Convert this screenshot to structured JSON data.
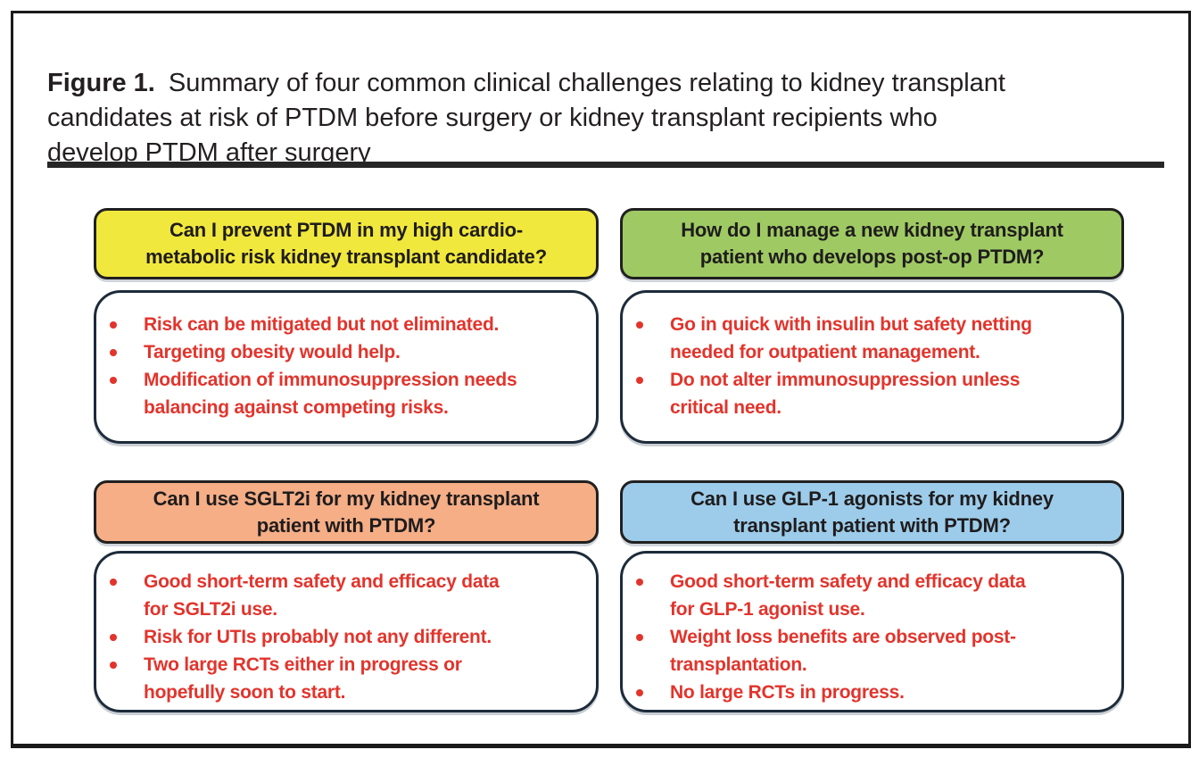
{
  "figure": {
    "caption_label": "Figure 1.",
    "caption_text": "Summary of four common clinical challenges relating to kidney transplant\ncandidates at risk of PTDM before surgery or kidney transplant recipients who\ndevelop PTDM after surgery"
  },
  "colors": {
    "yellow": "#f1e83d",
    "green": "#9fca63",
    "orange": "#f5ae86",
    "blue": "#9dccea",
    "red": "#e2342c",
    "ink": "#231f20"
  },
  "panels": [
    {
      "id": "prevent-ptdm",
      "header_color": "#f1e83d",
      "question": "Can I prevent PTDM in my high cardio-\nmetabolic risk kidney transplant candidate?",
      "bullets": [
        "Risk can be mitigated but not eliminated.",
        "Targeting obesity would help.",
        "Modification of immunosuppression needs\nbalancing against competing risks."
      ]
    },
    {
      "id": "manage-postop-ptdm",
      "header_color": "#9fca63",
      "question": "How do I manage a new kidney transplant\npatient who develops post-op PTDM?",
      "bullets": [
        "Go in quick with insulin but safety netting\nneeded for outpatient management.",
        "Do not alter immunosuppression unless\ncritical need."
      ]
    },
    {
      "id": "sglt2i-use",
      "header_color": "#f5ae86",
      "question": "Can I use SGLT2i for my kidney transplant\npatient with PTDM?",
      "bullets": [
        "Good short-term safety and efficacy data\nfor SGLT2i use.",
        "Risk for UTIs probably not any different.",
        "Two large RCTs either in progress or\nhopefully soon to start."
      ]
    },
    {
      "id": "glp1-agonist-use",
      "header_color": "#9dccea",
      "question": "Can I use GLP-1 agonists for my kidney\ntransplant patient with PTDM?",
      "bullets": [
        "Good short-term safety and efficacy data\nfor GLP-1 agonist use.",
        "Weight loss benefits are observed post-\ntransplantation.",
        "No large RCTs in progress."
      ]
    }
  ]
}
